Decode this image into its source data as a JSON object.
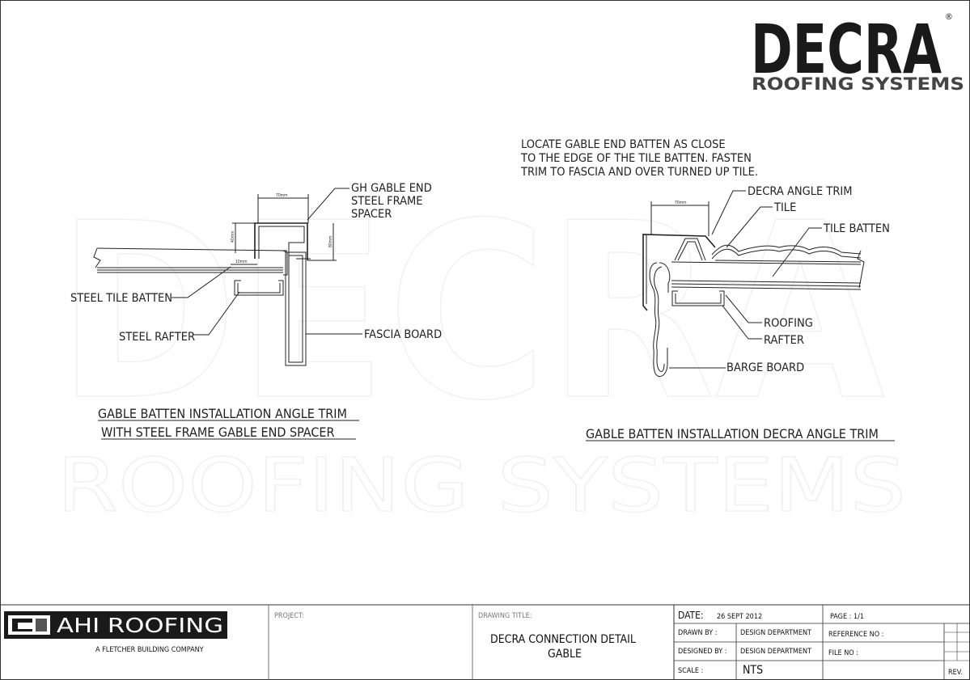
{
  "brand": {
    "logo_word": "DECRA",
    "logo_sub": "ROOFING SYSTEMS",
    "registered": "®"
  },
  "note": {
    "lines": [
      "LOCATE GABLE END BATTEN AS CLOSE",
      "TO THE EDGE OF THE TILE BATTEN. FASTEN",
      "TRIM TO FASCIA AND OVER TURNED UP TILE."
    ]
  },
  "left_detail": {
    "labels": {
      "spacer_1": "GH GABLE END",
      "spacer_2": "STEEL FRAME",
      "spacer_3": "SPACER",
      "batten": "STEEL TILE BATTEN",
      "rafter": "STEEL RAFTER",
      "fascia": "FASCIA BOARD"
    },
    "dims": {
      "top": "70mm",
      "left": "40mm",
      "right": "80mm",
      "bottom": "10mm"
    },
    "title_1": "GABLE BATTEN INSTALLATION ANGLE TRIM",
    "title_2": "WITH STEEL FRAME GABLE END SPACER"
  },
  "right_detail": {
    "labels": {
      "angle_trim": "DECRA ANGLE TRIM",
      "tile": "TILE",
      "tile_batten": "TILE BATTEN",
      "roofing": "ROOFING",
      "rafter": "RAFTER",
      "barge": "BARGE BOARD"
    },
    "dims": {
      "top": "70mm"
    },
    "title": "GABLE BATTEN INSTALLATION DECRA ANGLE TRIM"
  },
  "title_block": {
    "company": "AHI ROOFING",
    "company_sub": "A FLETCHER BUILDING COMPANY",
    "project_label": "PROJECT:",
    "drawing_title_label": "DRAWING TITLE:",
    "drawing_title_1": "DECRA CONNECTION DETAIL",
    "drawing_title_2": "GABLE",
    "date_label": "DATE:",
    "date_value": "26 SEPT 2012",
    "page": "PAGE : 1/1",
    "drawn_by_label": "DRAWN BY :",
    "drawn_by": "DESIGN DEPARTMENT",
    "reference_label": "REFERENCE NO :",
    "designed_by_label": "DESIGNED BY :",
    "designed_by": "DESIGN DEPARTMENT",
    "file_label": "FILE NO :",
    "scale_label": "SCALE :",
    "scale": "NTS",
    "rev_label": "REV."
  }
}
